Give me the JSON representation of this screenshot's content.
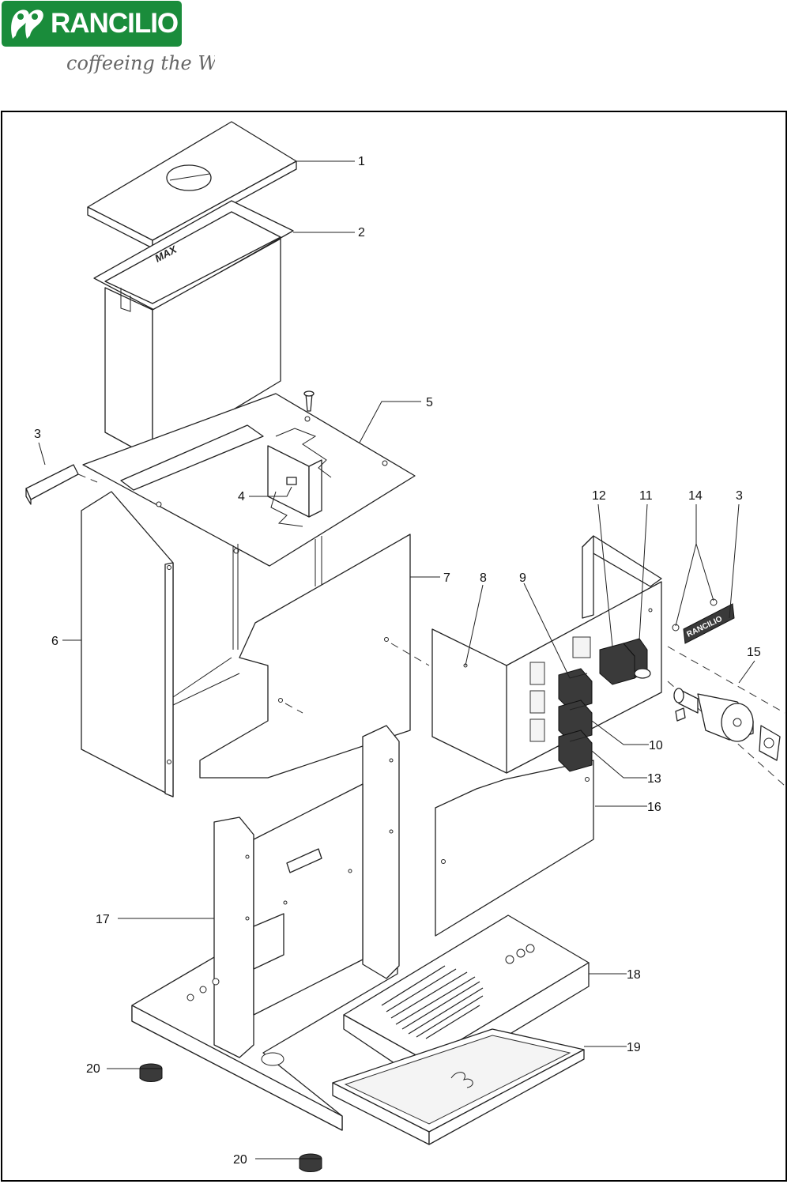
{
  "brand": {
    "name": "RANCILIO",
    "tagline": "coffeeing the World",
    "color": "#1a8c3b"
  },
  "callouts": [
    {
      "id": "c1",
      "label": "1"
    },
    {
      "id": "c2",
      "label": "2"
    },
    {
      "id": "c3a",
      "label": "3"
    },
    {
      "id": "c3b",
      "label": "3"
    },
    {
      "id": "c4",
      "label": "4"
    },
    {
      "id": "c5",
      "label": "5"
    },
    {
      "id": "c6",
      "label": "6"
    },
    {
      "id": "c7",
      "label": "7"
    },
    {
      "id": "c8",
      "label": "8"
    },
    {
      "id": "c9",
      "label": "9"
    },
    {
      "id": "c10",
      "label": "10"
    },
    {
      "id": "c11",
      "label": "11"
    },
    {
      "id": "c12",
      "label": "12"
    },
    {
      "id": "c13",
      "label": "13"
    },
    {
      "id": "c14",
      "label": "14"
    },
    {
      "id": "c15",
      "label": "15"
    },
    {
      "id": "c16",
      "label": "16"
    },
    {
      "id": "c17",
      "label": "17"
    },
    {
      "id": "c18",
      "label": "18"
    },
    {
      "id": "c19",
      "label": "19"
    },
    {
      "id": "c20a",
      "label": "20"
    },
    {
      "id": "c20b",
      "label": "20"
    }
  ],
  "parts": {
    "tank_mark": "MAX",
    "badge_text": "RANCILIO"
  }
}
